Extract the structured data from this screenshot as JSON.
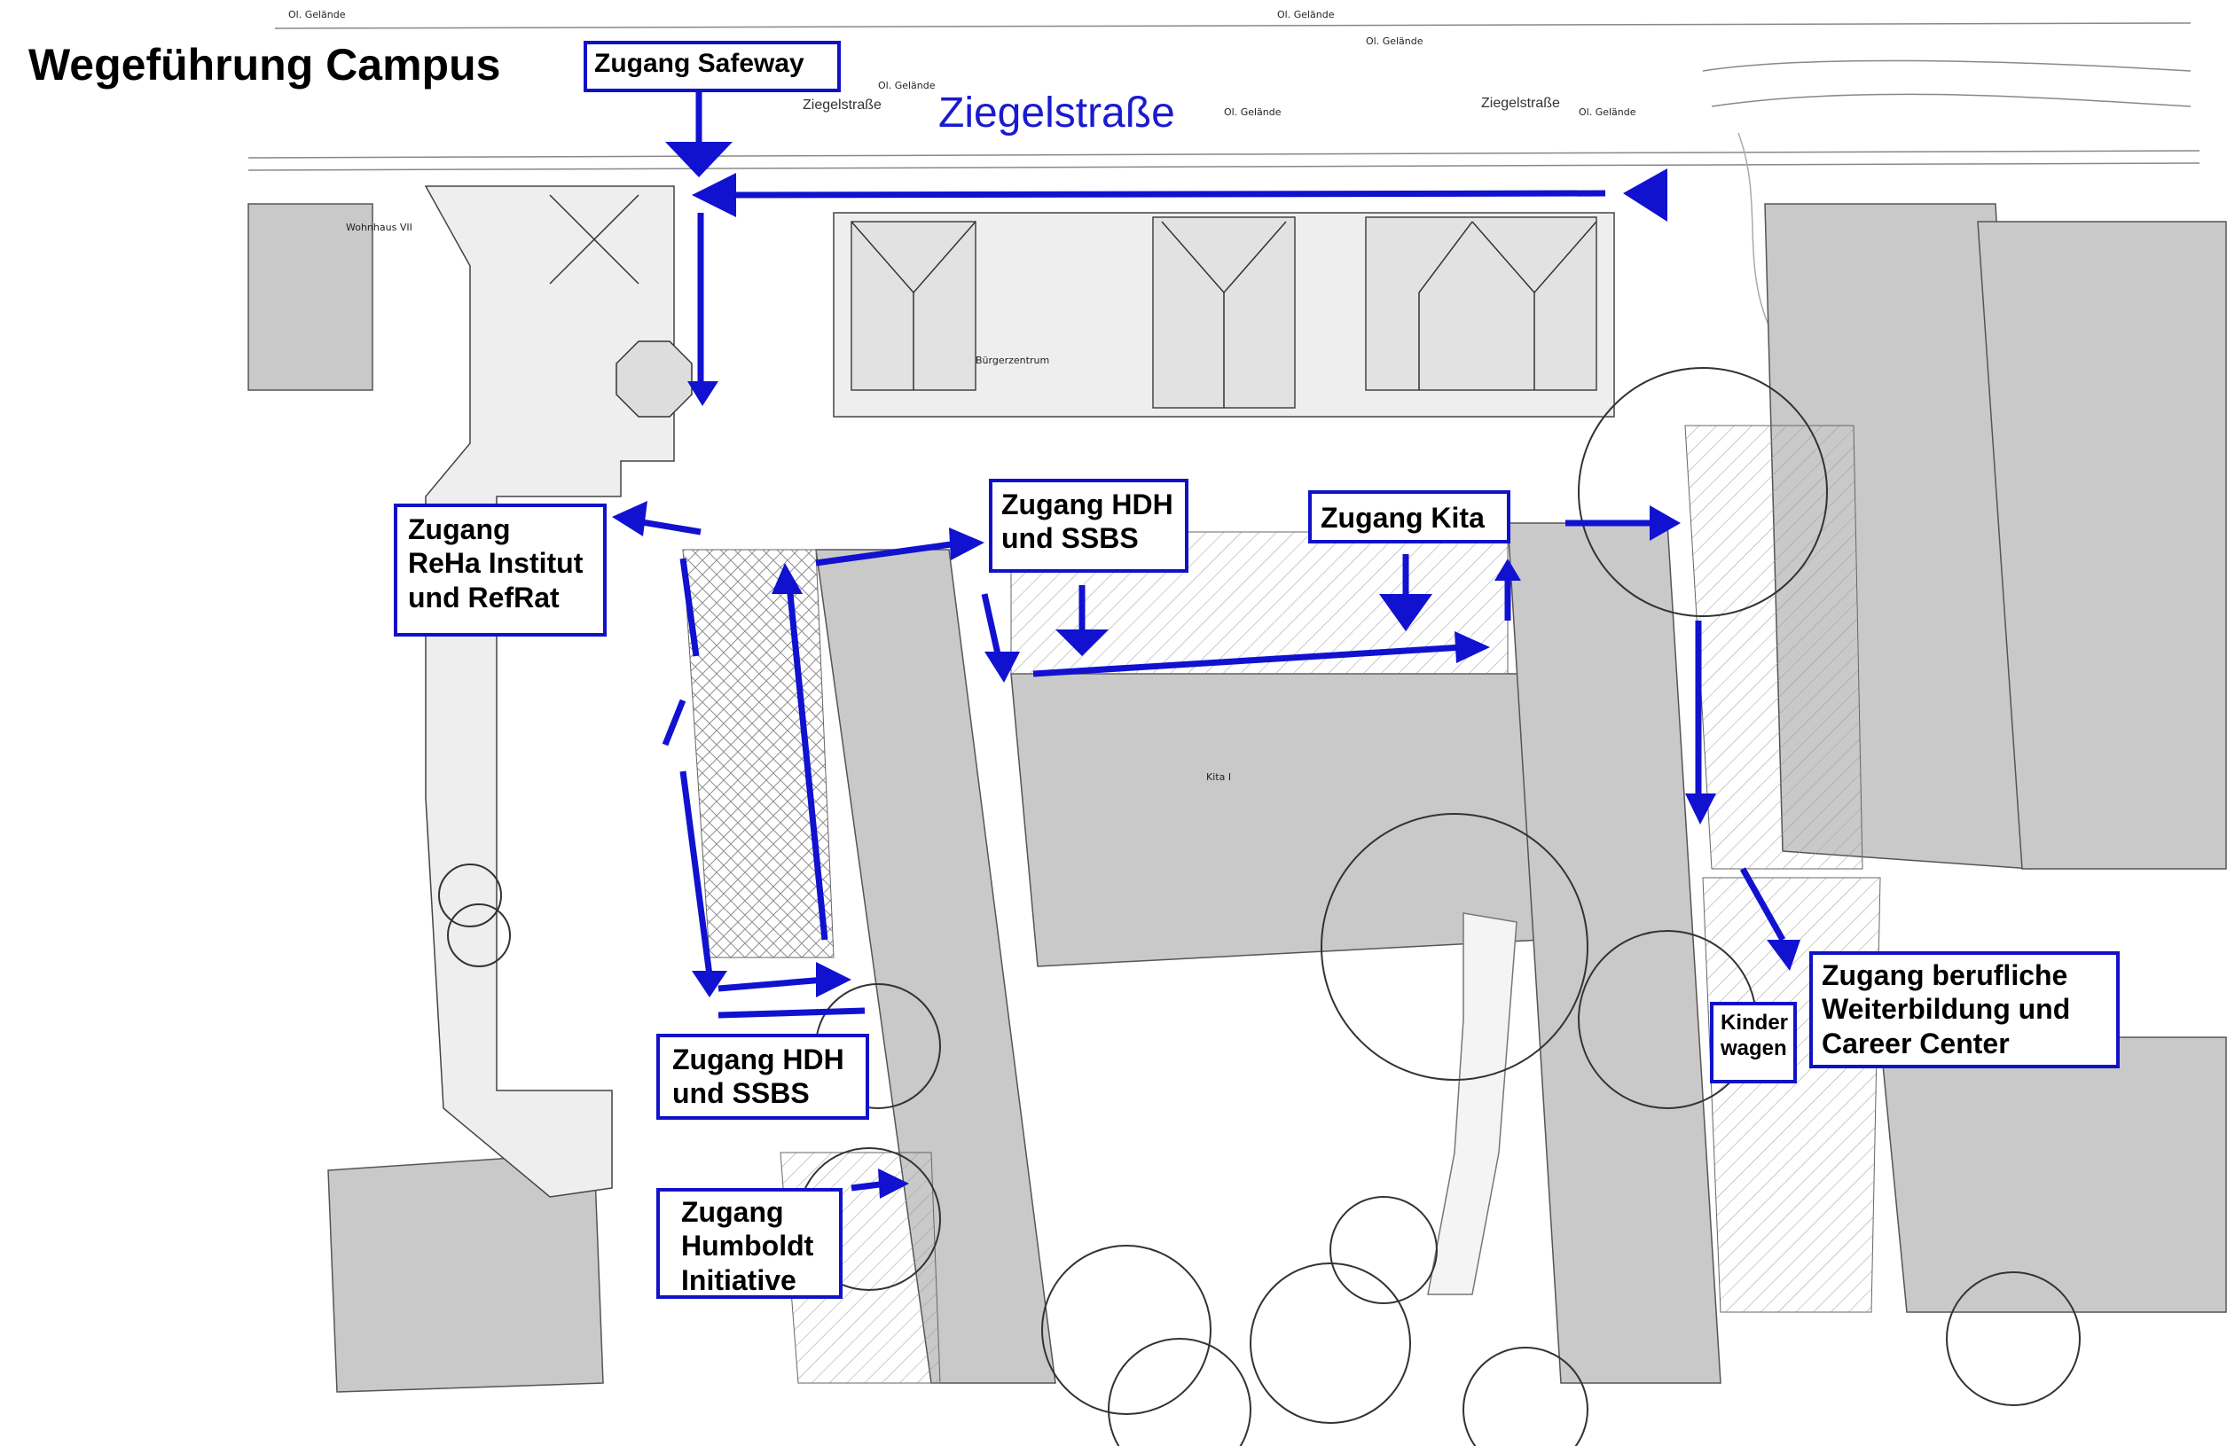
{
  "title": "Wegeführung Campus",
  "street_large": "Ziegelstraße",
  "street_small_left": "Ziegelstraße",
  "street_small_right": "Ziegelstraße",
  "colors": {
    "arrow": "#1111d0",
    "building": "#c9c9c9",
    "label_border": "#1111c8"
  },
  "labels": {
    "safeway": "Zugang Safeway",
    "reha_1": "Zugang",
    "reha_2": "ReHa Institut",
    "reha_3": "und RefRat",
    "hdh_top_1": "Zugang HDH",
    "hdh_top_2": "und SSBS",
    "kita": "Zugang Kita",
    "hdh_bottom_1": "Zugang HDH",
    "hdh_bottom_2": "und SSBS",
    "humboldt_1": "Zugang",
    "humboldt_2": "Humboldt",
    "humboldt_3": "Initiative",
    "kinderwagen_1": "Kinder",
    "kinderwagen_2": "wagen",
    "career_1": "Zugang berufliche",
    "career_2": "Weiterbildung und",
    "career_3": "Career Center"
  }
}
